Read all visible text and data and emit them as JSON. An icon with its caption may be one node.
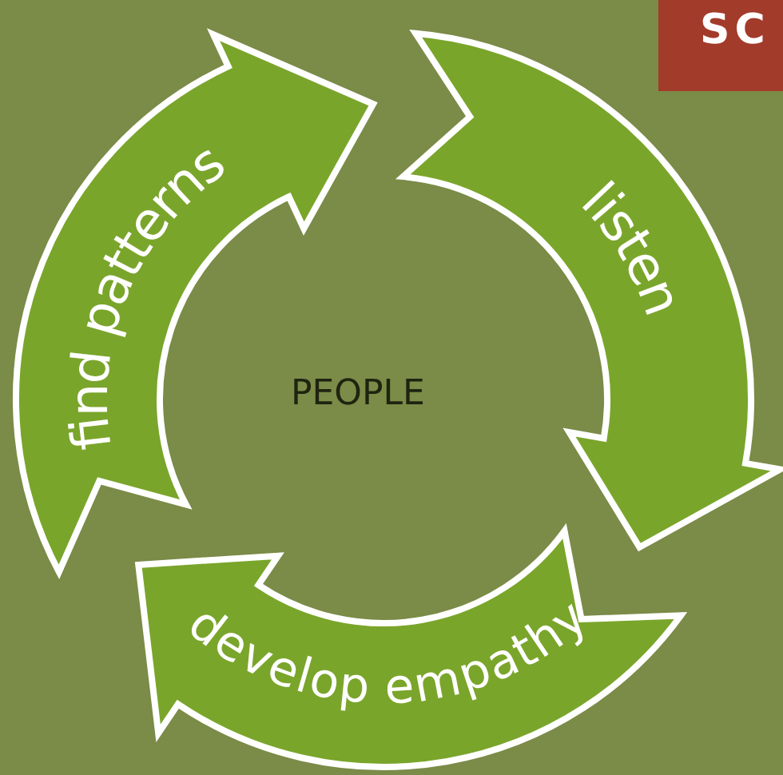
{
  "diagram": {
    "nodes": [
      {
        "text": [
          "find patterns"
        ]
      },
      {
        "text": [
          "listen"
        ]
      },
      {
        "text": [
          "develop empathy"
        ]
      },
      {
        "text": [
          "SC"
        ]
      }
    ],
    "labels": [
      "PEOPLE"
    ]
  }
}
